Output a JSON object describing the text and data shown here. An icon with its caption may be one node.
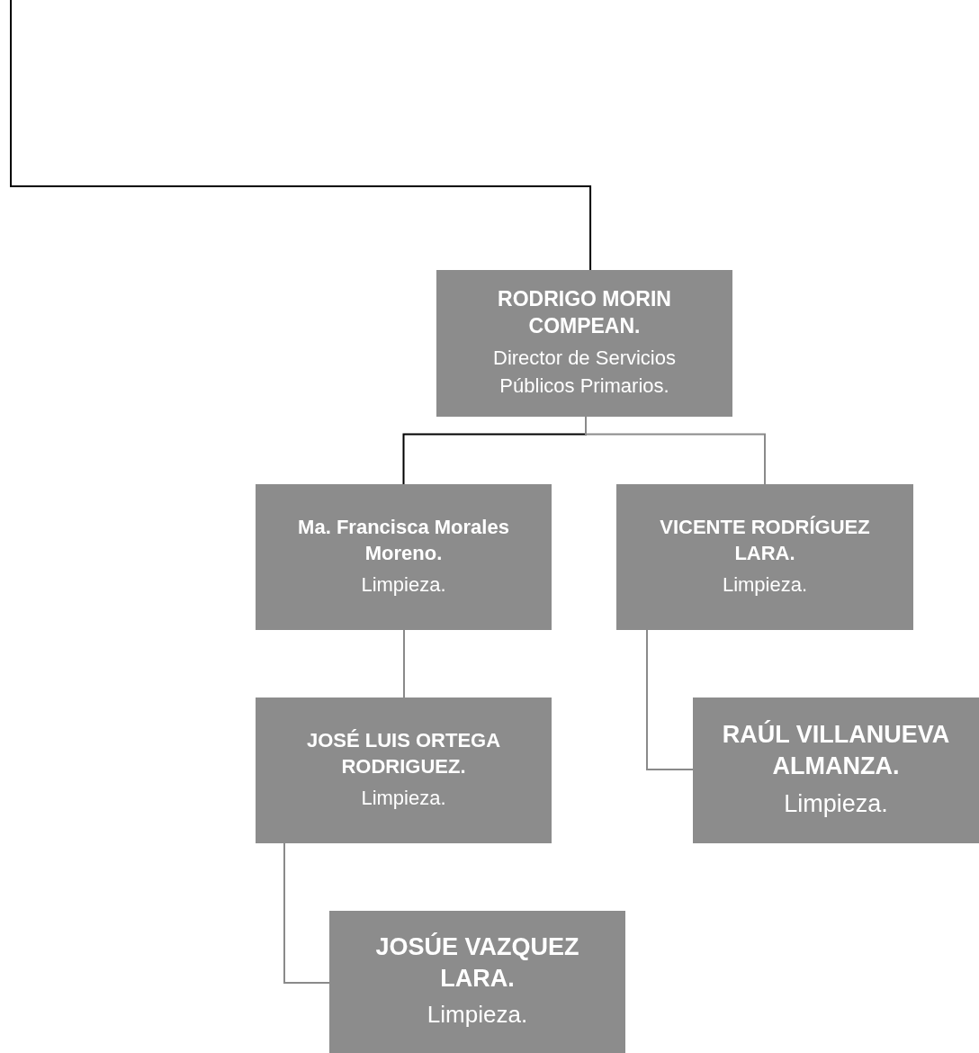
{
  "diagram": {
    "nodes": [
      {
        "text": [
          "RODRIGO MORIN COMPEAN.",
          "Director de Servicios Públicos Primarios."
        ]
      },
      {
        "text": [
          "Ma. Francisca Morales Moreno.",
          "Limpieza."
        ]
      },
      {
        "text": [
          "VICENTE RODRÍGUEZ LARA.",
          "Limpieza."
        ]
      },
      {
        "text": [
          "JOSÉ LUIS ORTEGA RODRIGUEZ.",
          "Limpieza."
        ]
      },
      {
        "text": [
          "RAÚL VILLANUEVA ALMANZA.",
          "Limpieza."
        ]
      },
      {
        "text": [
          "JOSÚE VAZQUEZ LARA.",
          "Limpieza."
        ]
      }
    ],
    "edges": [
      {
        "from": null,
        "to": 0,
        "arrow": "none",
        "color": "#000000"
      },
      {
        "from": 0,
        "to": 1,
        "arrow": "none",
        "color": "#000000"
      },
      {
        "from": 0,
        "to": 2,
        "arrow": "none"
      },
      {
        "from": 1,
        "to": 3,
        "arrow": "none"
      },
      {
        "from": 2,
        "to": 4,
        "arrow": "none"
      },
      {
        "from": 3,
        "to": 5,
        "arrow": "none"
      }
    ]
  }
}
